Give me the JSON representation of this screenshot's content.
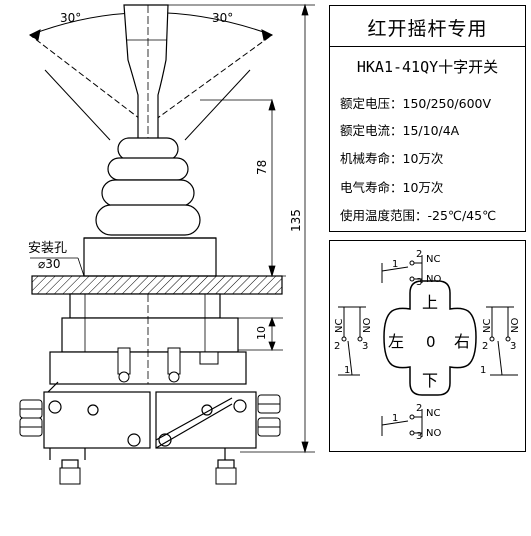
{
  "angle_left": "30°",
  "angle_right": "30°",
  "dim_78": "78",
  "dim_135": "135",
  "dim_10": "10",
  "mount_hole_label": "安装孔",
  "mount_hole_dia": "⌀30",
  "spec": {
    "title": "红开摇杆专用",
    "model": "HKA1-41QY十字开关",
    "rated_voltage": "额定电压：150/250/600V",
    "rated_current": "额定电流：15/10/4A",
    "mech_life": "机械寿命：10万次",
    "elec_life": "电气寿命：10万次",
    "temp_range": "使用温度范围：-25℃/45℃"
  },
  "switch_diagram": {
    "up": "上",
    "down": "下",
    "left": "左",
    "right": "右",
    "center": "0",
    "nc": "NC",
    "no": "NO",
    "t1": "1",
    "t2": "2",
    "t3": "3"
  },
  "colors": {
    "line": "#000000",
    "background": "#ffffff"
  }
}
